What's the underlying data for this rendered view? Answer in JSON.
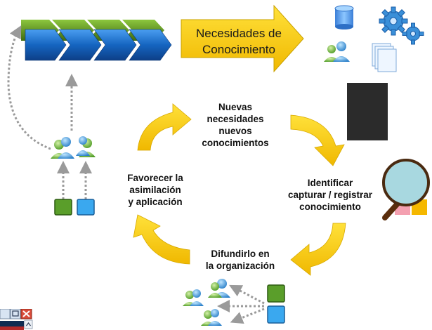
{
  "top_arrow": {
    "lines": [
      "Necesidades de",
      "Conocimiento"
    ]
  },
  "cycle": {
    "top": [
      "Nuevas",
      "necesidades",
      "nuevos",
      "conocimientos"
    ],
    "right": [
      "Identificar",
      "capturar / registrar",
      "conocimiento"
    ],
    "bottom": [
      "Difundirlo en",
      "la organización"
    ],
    "left": [
      "Favorecer la",
      "asimilación",
      "y aplicación"
    ]
  },
  "colors": {
    "chevron_green": "#5a8a1e",
    "chevron_blue": "#1565c0",
    "arrow_yellow": "#ffcc00",
    "cycle_yellow": "#f5c400",
    "square_green": "#5a9e2a",
    "square_blue": "#3aa8ef",
    "dark_block": "#2b2b2b",
    "magnifier_lens": "#a8d8e0",
    "sticky_pink": "#f4a0b0",
    "sticky_orange": "#f5b800"
  },
  "icons": [
    "process-chevron-icon",
    "database-icon",
    "gears-icon",
    "users-icon",
    "documents-icon",
    "magnifier-icon",
    "sticky-notes-icon",
    "window-controls-icon"
  ]
}
